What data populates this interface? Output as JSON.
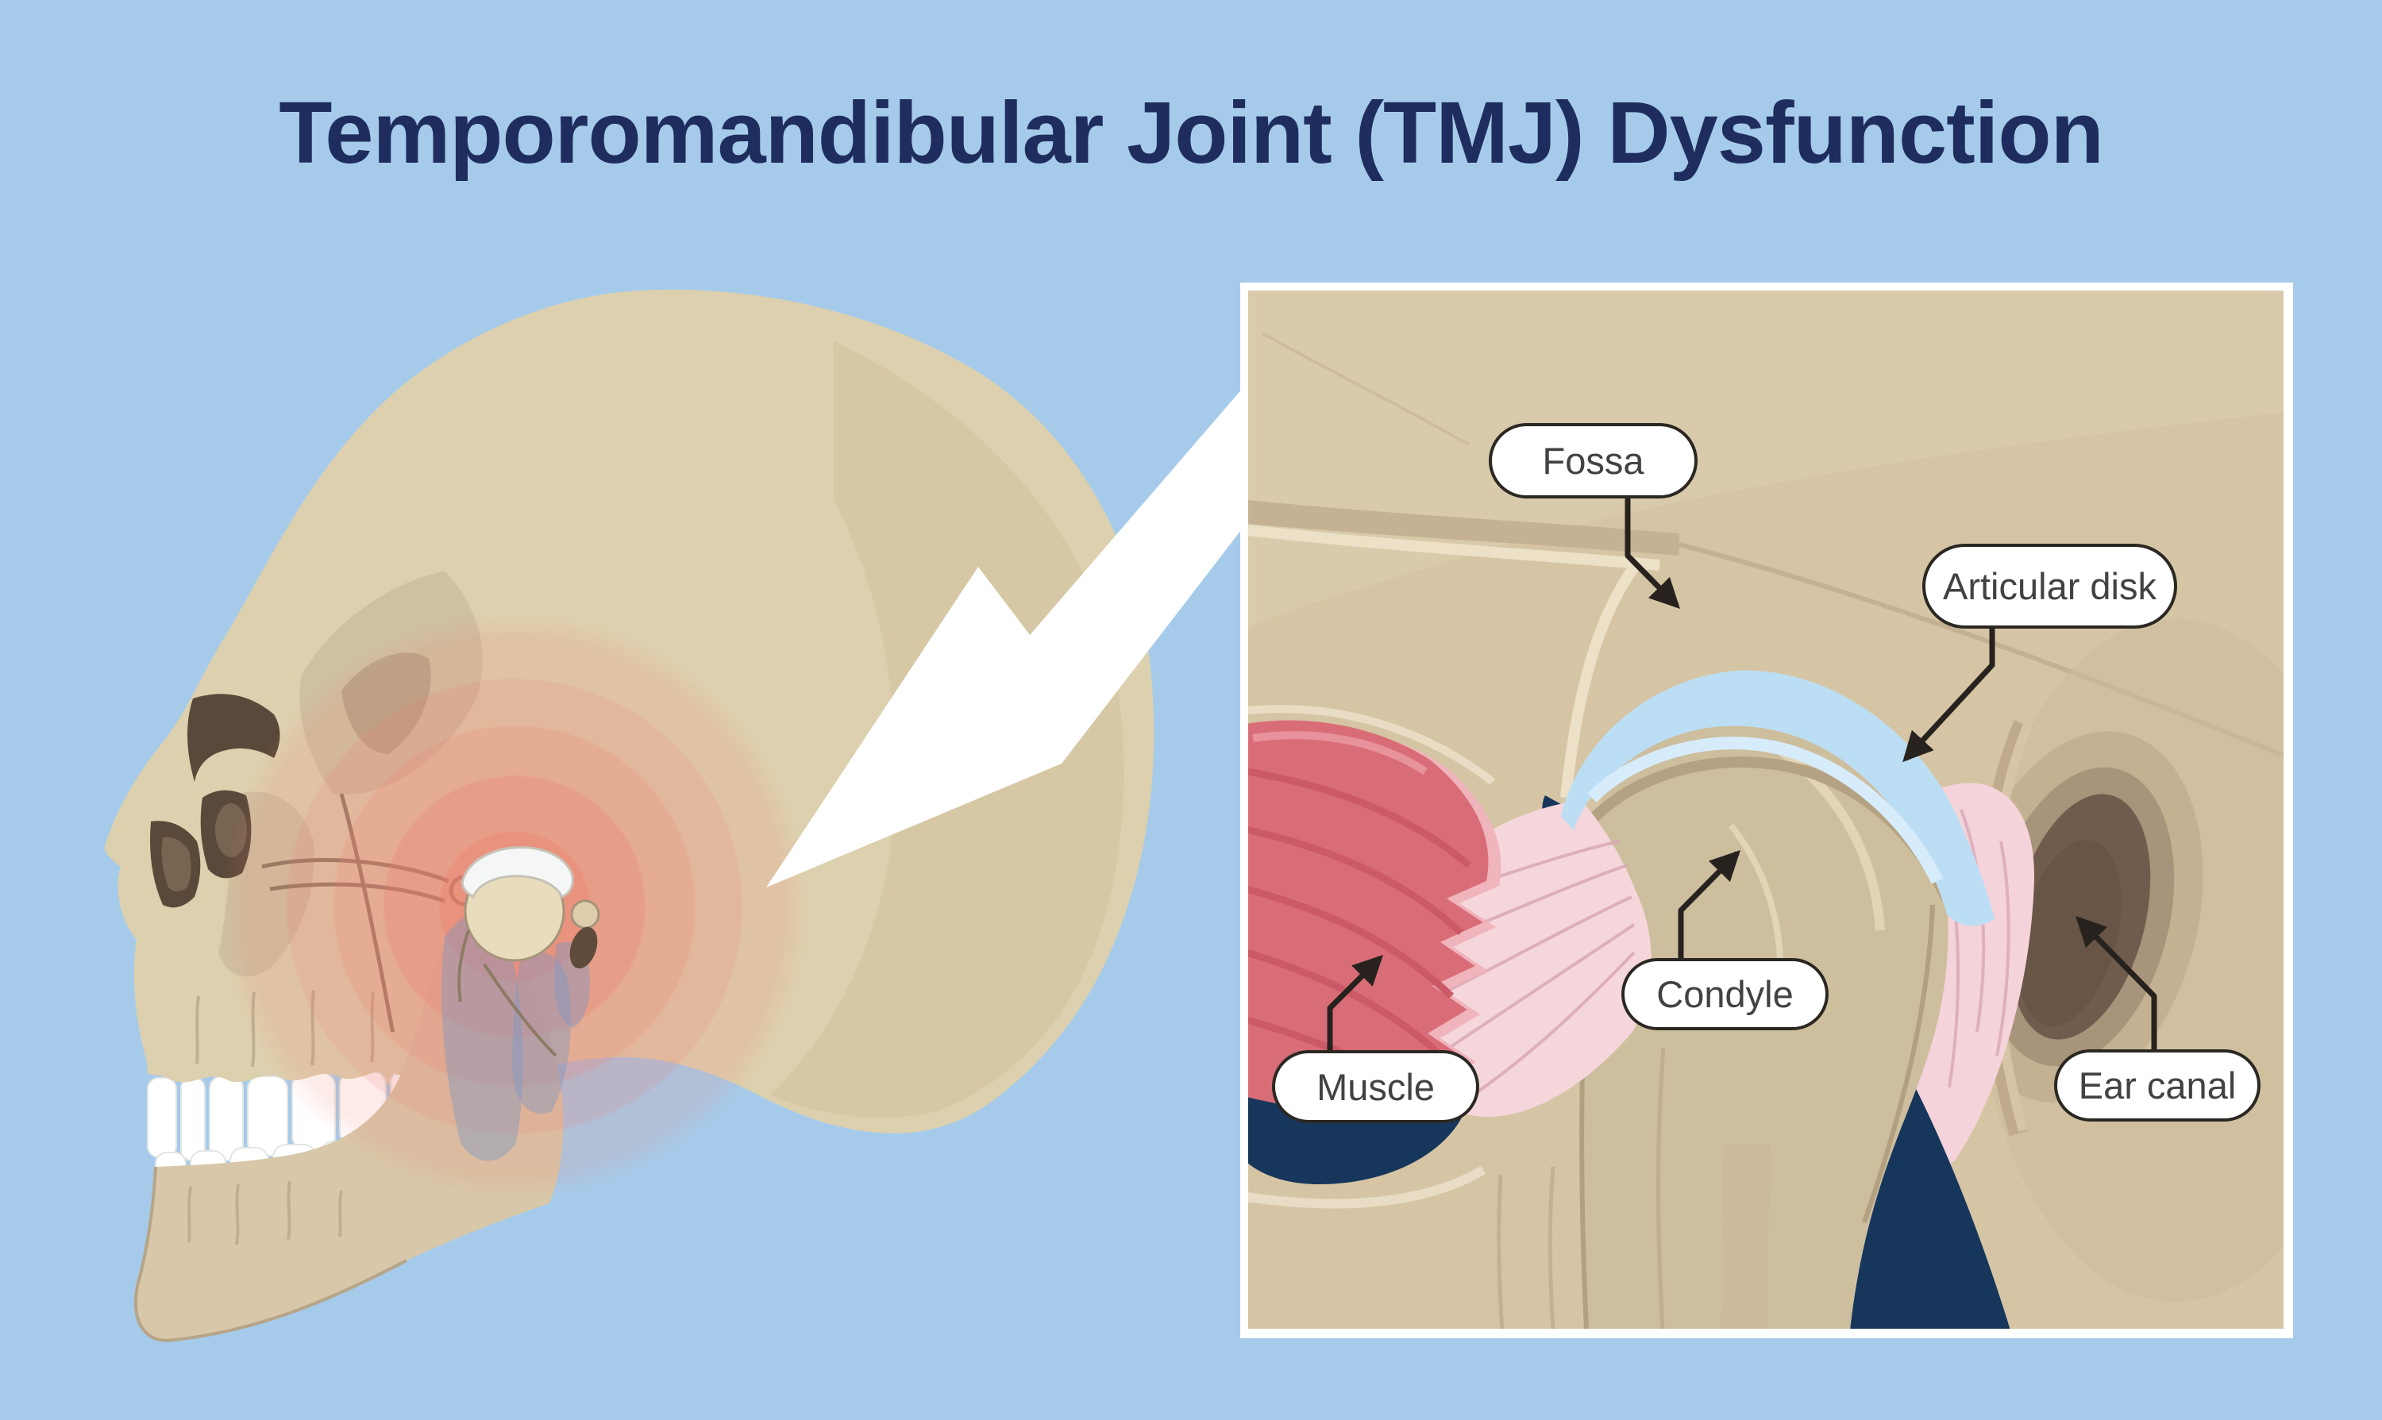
{
  "title": {
    "text": "Temporomandibular Joint (TMJ) Dysfunction"
  },
  "inset": {
    "labels": {
      "fossa": "Fossa",
      "articular_disk": "Articular disk",
      "condyle": "Condyle",
      "muscle": "Muscle",
      "ear_canal": "Ear canal"
    }
  },
  "colors": {
    "background_blue": "#a6cbea",
    "title_navy": "#1e2d5e",
    "skull_beige": "#ddd0ae",
    "skull_shading": "#cfc09f",
    "panel_bone_tan": "#d5c5a5",
    "articular_disk_blue": "#bcdef4",
    "muscle_red": "#d96d77",
    "tissue_pink": "#f5d6db",
    "shadow_navy": "#16365c",
    "ear_canal_brown": "#6f5c4c",
    "pain_glow_red": "#ee7a6c",
    "label_border": "#2b2822",
    "label_text": "#424242",
    "callout_white": "#ffffff"
  }
}
